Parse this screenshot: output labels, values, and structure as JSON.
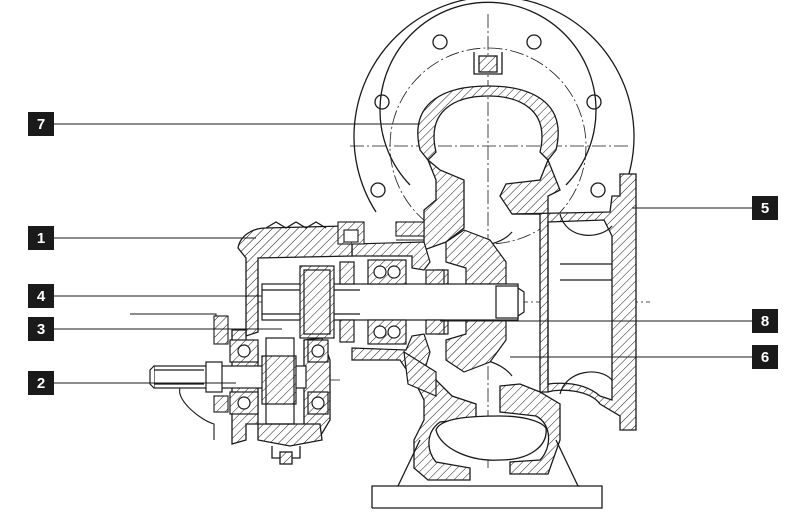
{
  "callouts": {
    "c1": "1",
    "c2": "2",
    "c3": "3",
    "c4": "4",
    "c5": "5",
    "c6": "6",
    "c7": "7",
    "c8": "8"
  },
  "colors": {
    "line": "#1a1a1a",
    "label_bg": "#1a1a1a",
    "label_text": "#ffffff",
    "background": "#ffffff"
  }
}
